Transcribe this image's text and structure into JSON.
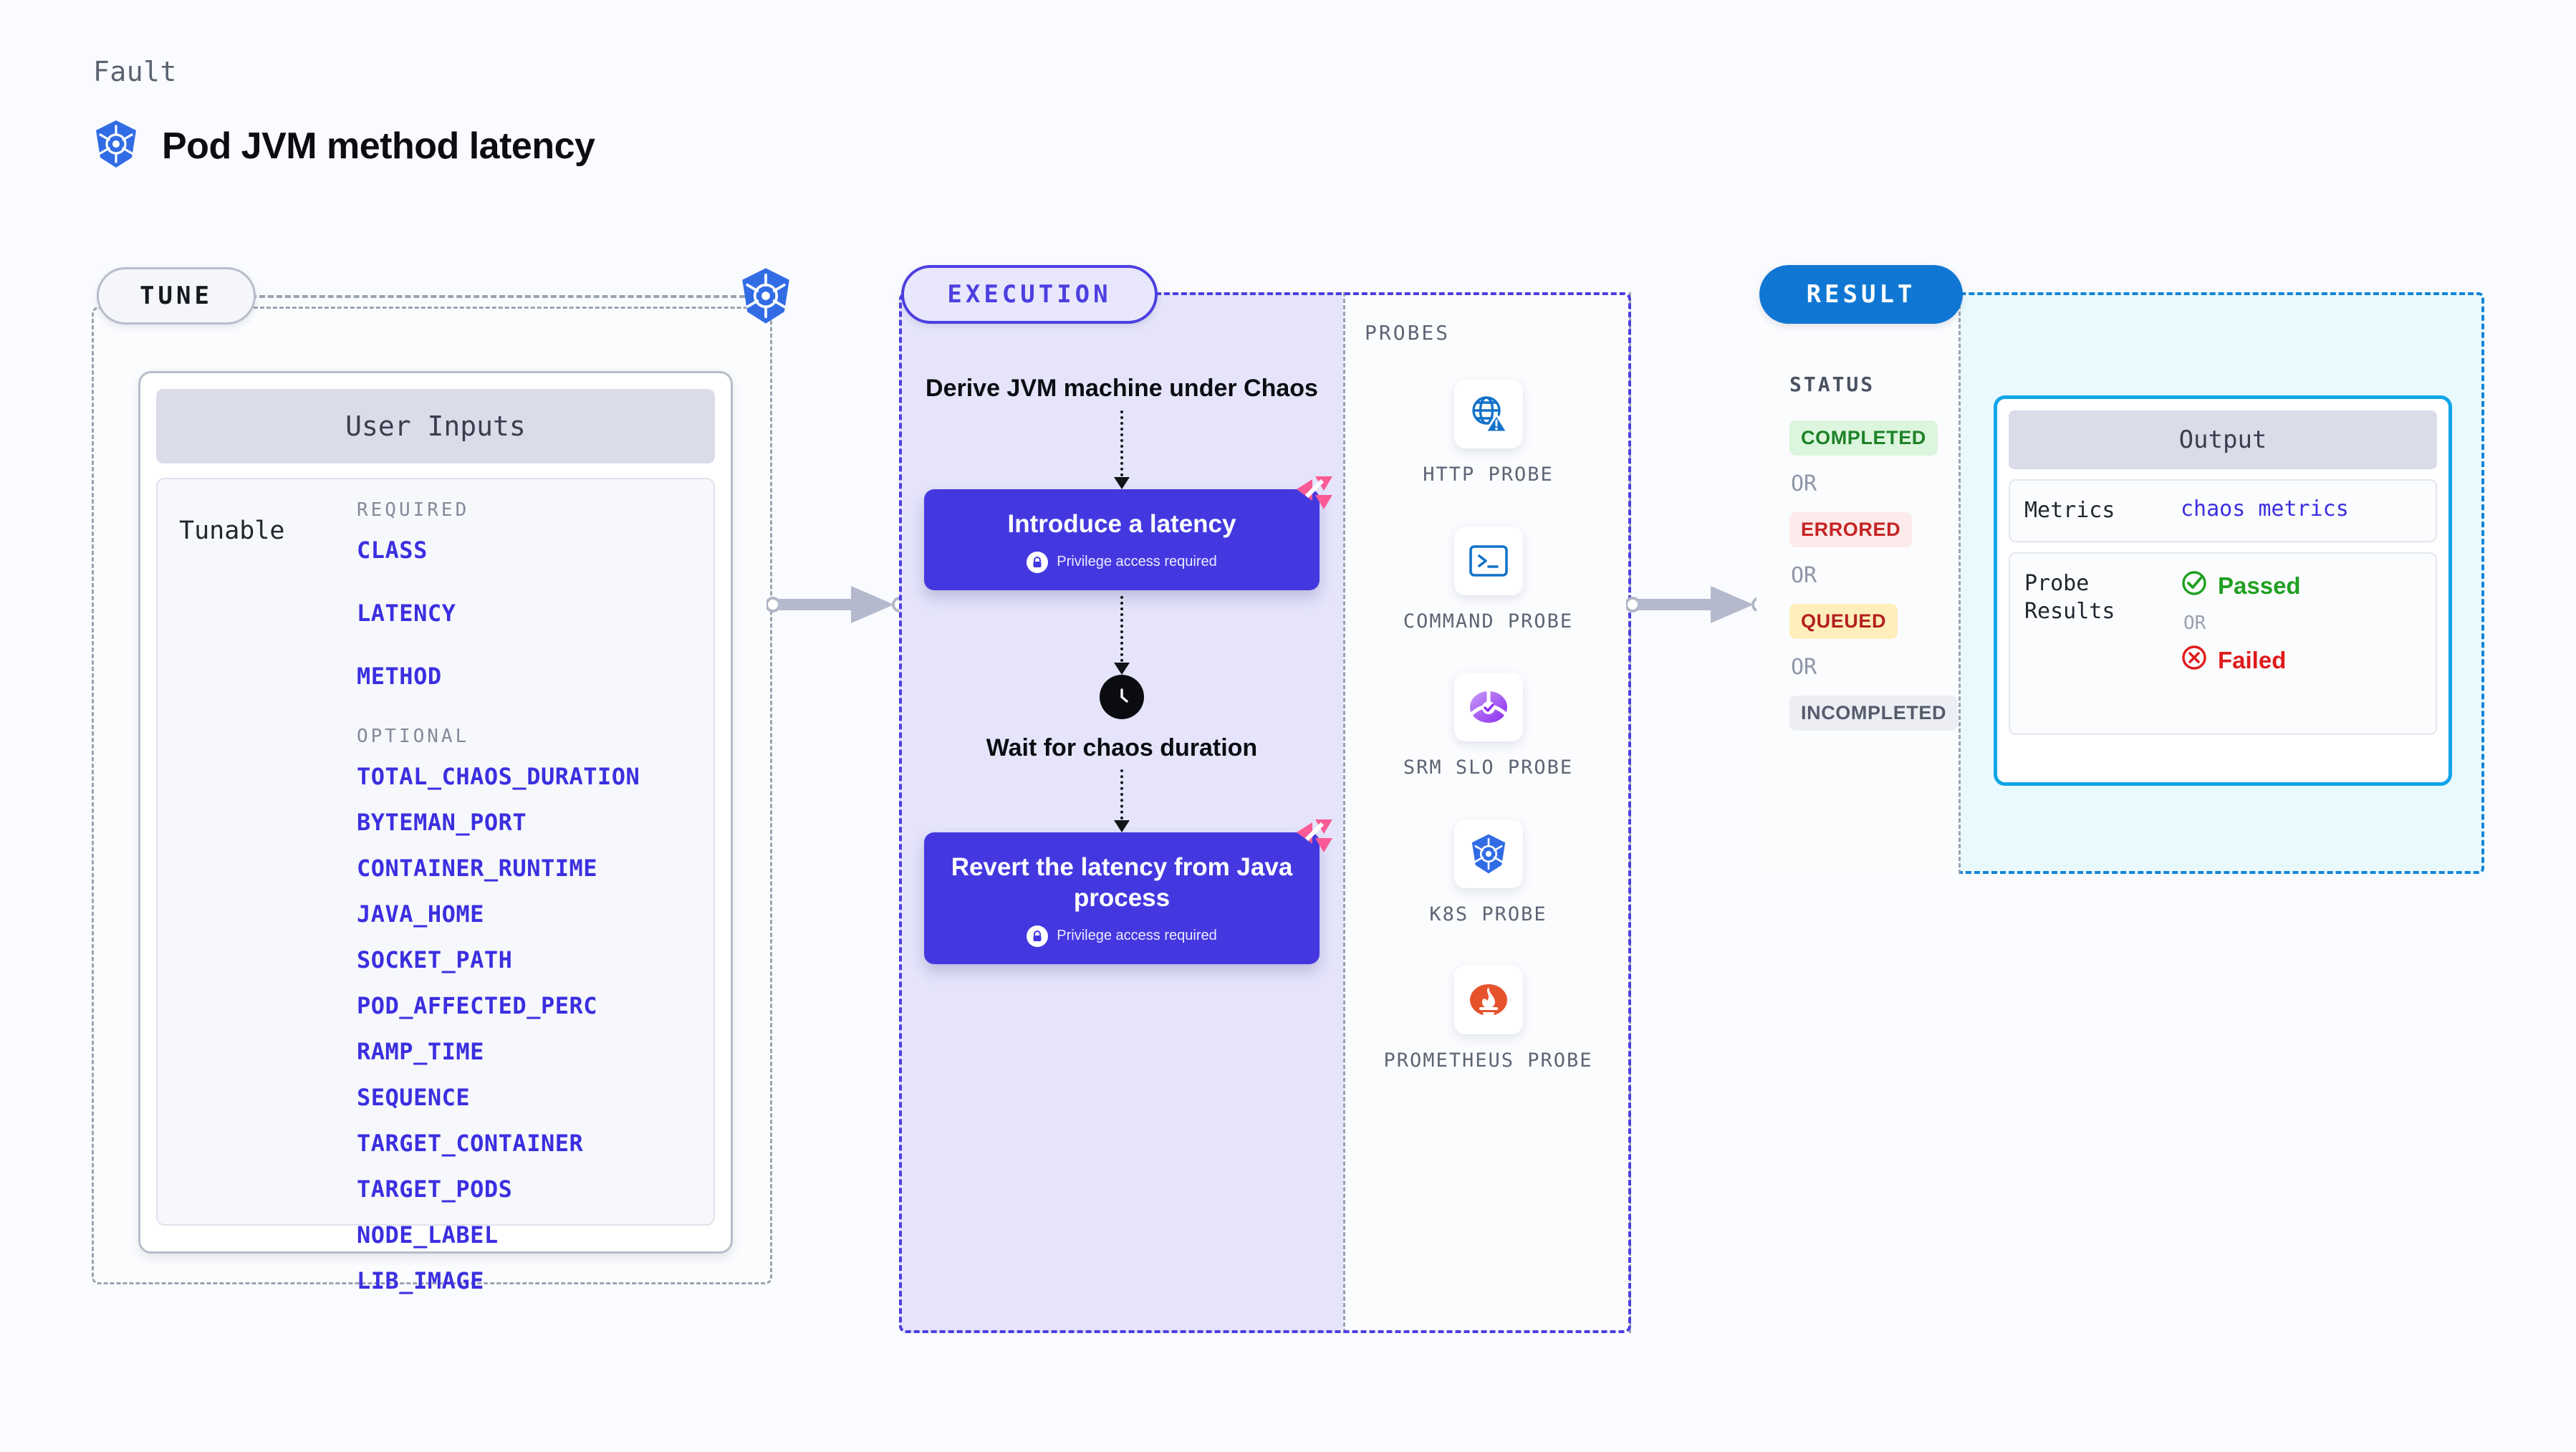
{
  "header": {
    "kicker": "Fault",
    "title": "Pod JVM method latency",
    "icon": "kubernetes-icon"
  },
  "tune": {
    "badge": "TUNE",
    "connector_icon": "kubernetes-icon",
    "card": {
      "header": "User Inputs",
      "row_label": "Tunable",
      "groups": [
        {
          "title": "REQUIRED",
          "params": [
            "CLASS",
            "LATENCY",
            "METHOD"
          ]
        },
        {
          "title": "OPTIONAL",
          "params": [
            "TOTAL_CHAOS_DURATION",
            "BYTEMAN_PORT",
            "CONTAINER_RUNTIME",
            "JAVA_HOME",
            "SOCKET_PATH",
            "POD_AFFECTED_PERC",
            "RAMP_TIME",
            "SEQUENCE",
            "TARGET_CONTAINER",
            "TARGET_PODS",
            "NODE_LABEL",
            "LIB_IMAGE"
          ]
        }
      ]
    }
  },
  "execution": {
    "badge": "EXECUTION",
    "steps": {
      "derive": "Derive JVM machine under Chaos",
      "node1_title": "Introduce a latency",
      "node1_sub": "Privilege access required",
      "wait": "Wait for chaos duration",
      "node2_title": "Revert the latency from Java process",
      "node2_sub": "Privilege access required"
    }
  },
  "probes": {
    "title": "PROBES",
    "items": [
      {
        "name": "HTTP PROBE",
        "icon": "globe-warning-icon"
      },
      {
        "name": "COMMAND PROBE",
        "icon": "terminal-icon"
      },
      {
        "name": "SRM SLO PROBE",
        "icon": "srm-slo-icon"
      },
      {
        "name": "K8S PROBE",
        "icon": "kubernetes-icon"
      },
      {
        "name": "PROMETHEUS PROBE",
        "icon": "prometheus-icon"
      }
    ]
  },
  "result": {
    "badge": "RESULT",
    "status_title": "STATUS",
    "or": "OR",
    "statuses": [
      {
        "label": "COMPLETED",
        "bg": "#dcf5dd",
        "fg": "#1e8227"
      },
      {
        "label": "ERRORED",
        "bg": "#fdeaea",
        "fg": "#c62323"
      },
      {
        "label": "QUEUED",
        "bg": "#fdeebc",
        "fg": "#b32020"
      },
      {
        "label": "INCOMPLETED",
        "bg": "#eceef4",
        "fg": "#545c6c"
      }
    ],
    "output": {
      "header": "Output",
      "metrics_key": "Metrics",
      "metrics_value": "chaos metrics",
      "probe_key": "Probe Results",
      "passed": "Passed",
      "failed": "Failed",
      "or": "OR"
    }
  },
  "colors": {
    "accent_purple": "#4338e0",
    "accent_blue": "#0f77d3",
    "accent_cyan": "#12a5e8",
    "param_blue": "#3b2fe0",
    "pink": "#fa5a96",
    "passed_green": "#21a022",
    "failed_red": "#e01b1b"
  }
}
